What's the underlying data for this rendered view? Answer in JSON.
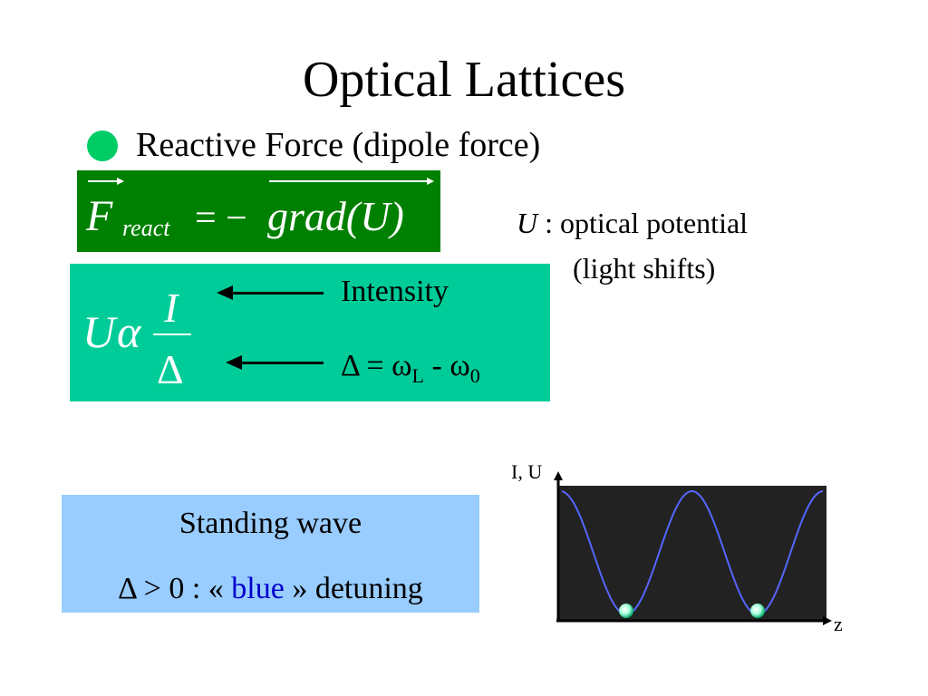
{
  "slide": {
    "title": "Optical Lattices",
    "bullet": "Reactive Force (dipole force)",
    "force_equation": {
      "lhs_symbol": "F",
      "lhs_subscript": "react",
      "operator": "= −",
      "rhs": "grad(U)"
    },
    "potential_note": {
      "symbol": "U",
      "line1": " : optical potential",
      "line2": "(light shifts)"
    },
    "proportionality": {
      "lhs": "U",
      "symbol": "α",
      "numerator": "I",
      "denominator": "Δ",
      "intensity_label": "Intensity",
      "delta_prefix": "Δ = ω",
      "delta_sub1": "L",
      "delta_mid": " - ω",
      "delta_sub2": "0"
    },
    "standing_wave": {
      "title": "Standing wave",
      "detune_prefix": "Δ > 0 : « ",
      "detune_blue": "blue",
      "detune_suffix": " » detuning"
    },
    "plot": {
      "y_axis_label": "I, U",
      "x_axis_label": "z"
    }
  },
  "colors": {
    "bullet": "#00cc66",
    "force_box": "#008000",
    "prop_box": "#00cc99",
    "wave_box": "#99ccff",
    "blue_word": "#0000cc",
    "plot_bg": "#222222",
    "curve": "#5566ff"
  }
}
